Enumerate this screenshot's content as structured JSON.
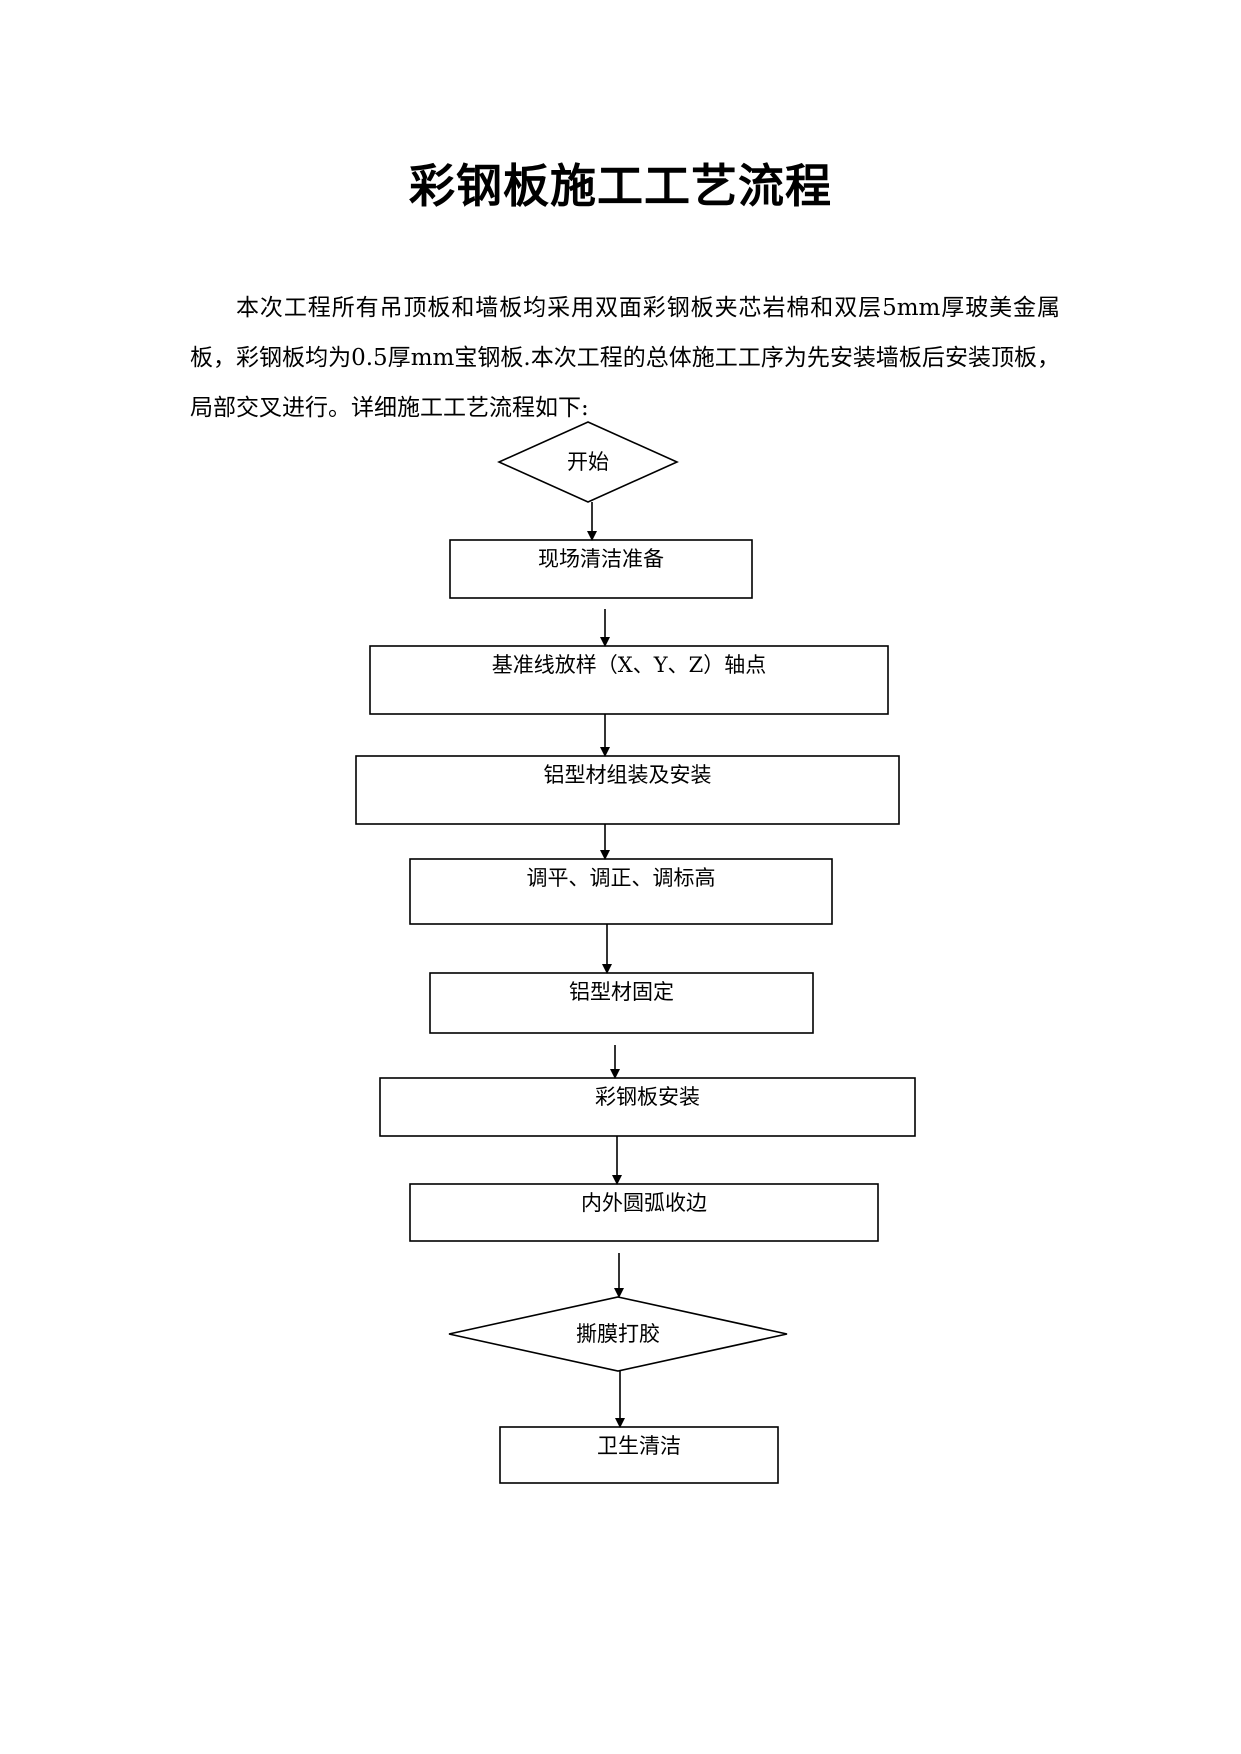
{
  "document": {
    "title": "彩钢板施工工艺流程",
    "intro": "本次工程所有吊顶板和墙板均采用双面彩钢板夹芯岩棉和双层5mm厚玻美金属板，彩钢板均为0.5厚mm宝钢板.本次工程的总体施工工序为先安装墙板后安装顶板，局部交叉进行。详细施工工艺流程如下:"
  },
  "flowchart": {
    "steps": [
      {
        "shape": "diamond",
        "label": "开始"
      },
      {
        "shape": "rect",
        "label": "现场清洁准备"
      },
      {
        "shape": "rect",
        "label": "基准线放样（X、Y、Z）轴点"
      },
      {
        "shape": "rect",
        "label": "铝型材组装及安装"
      },
      {
        "shape": "rect",
        "label": "调平、调正、调标高"
      },
      {
        "shape": "rect",
        "label": "铝型材固定"
      },
      {
        "shape": "rect",
        "label": "彩钢板安装"
      },
      {
        "shape": "rect",
        "label": "内外圆弧收边"
      },
      {
        "shape": "diamond",
        "label": "撕膜打胶"
      },
      {
        "shape": "rect",
        "label": "卫生清洁"
      }
    ]
  }
}
